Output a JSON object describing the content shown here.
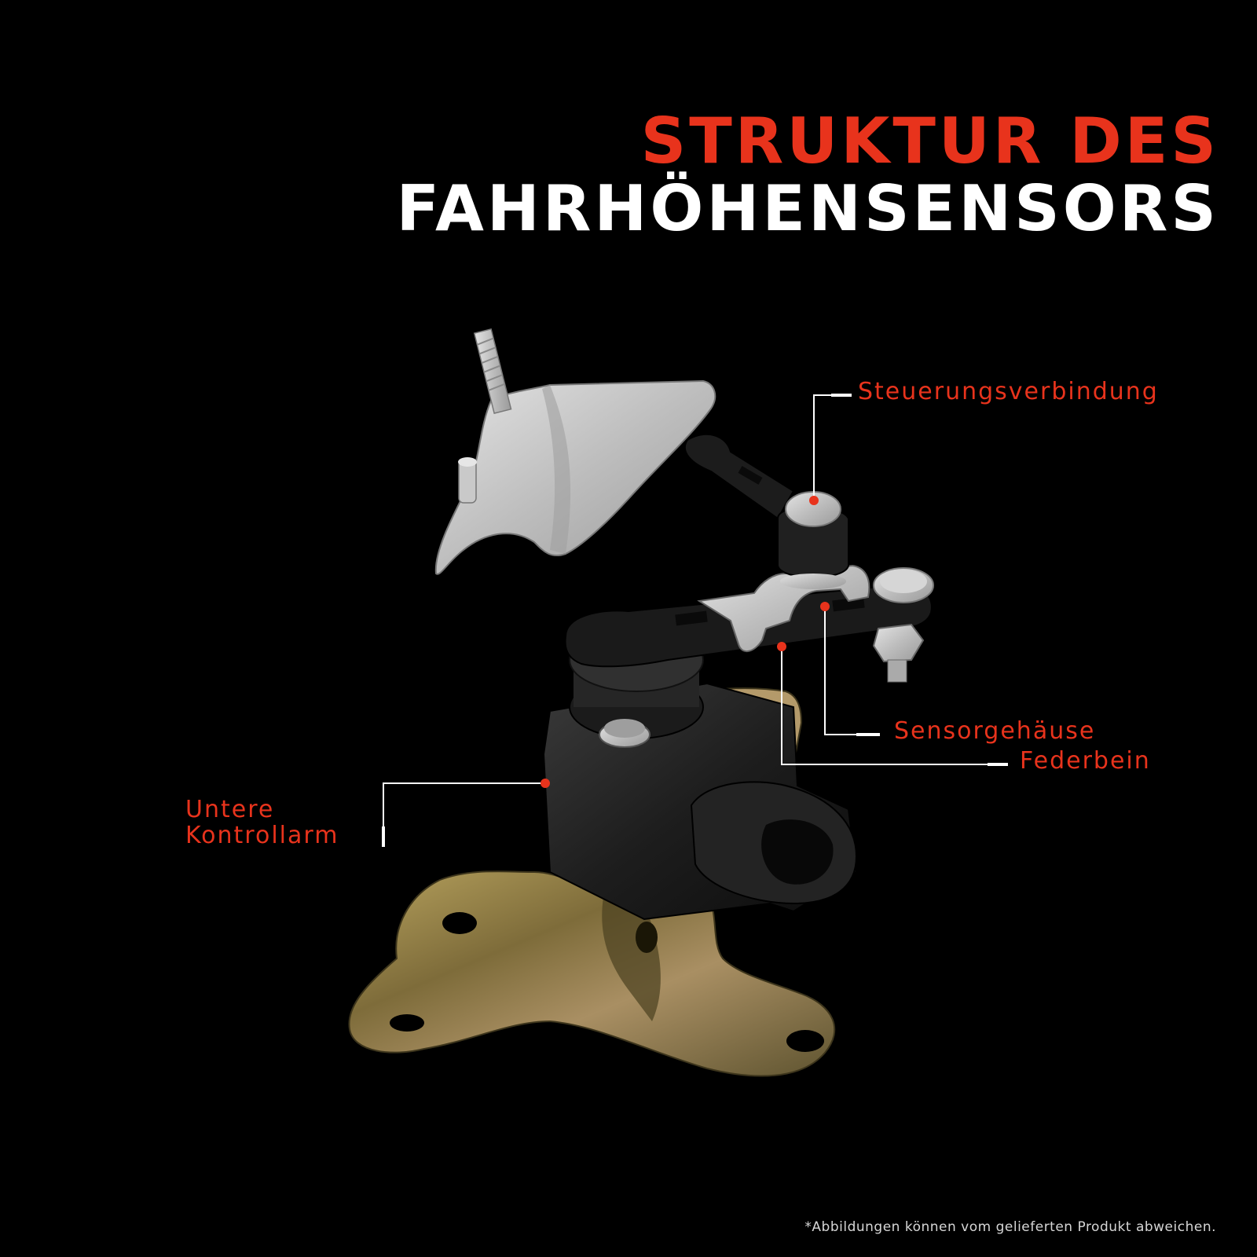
{
  "headline": {
    "line1": "STRUKTUR DES",
    "line2": "FAHRHÖHENSENSORS"
  },
  "callouts": {
    "steuerung": "Steuerungsverbindung",
    "sensorgehaeuse": "Sensorgehäuse",
    "federbein": "Federbein",
    "kontrollarm_line1": "Untere",
    "kontrollarm_line2": "Kontrollarm"
  },
  "footnote": "*Abbildungen können vom gelieferten Produkt abweichen.",
  "colors": {
    "background": "#000000",
    "accent": "#e8331c",
    "title_secondary": "#ffffff"
  }
}
